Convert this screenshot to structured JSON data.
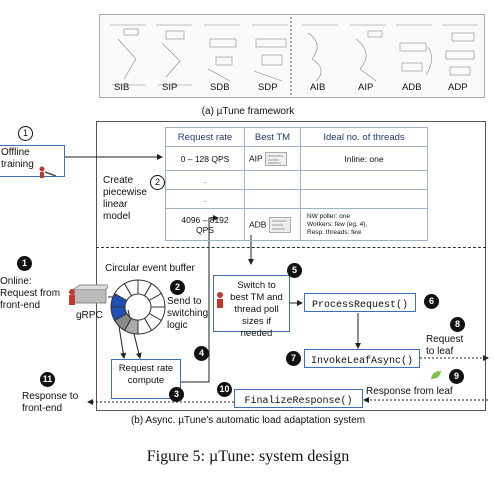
{
  "framework": {
    "labels": [
      "SIB",
      "SIP",
      "SDB",
      "SDP",
      "AIB",
      "AIP",
      "ADB",
      "ADP"
    ],
    "caption": "(a) µTune framework"
  },
  "offline": {
    "step": "1",
    "label": "Offline training",
    "create_step": "2",
    "create_label": "Create piecewise linear model"
  },
  "table": {
    "headers": [
      "Request rate",
      "Best TM",
      "Ideal no. of threads"
    ],
    "rows": [
      {
        "rate": "0 – 128 QPS",
        "tm": "AIP",
        "threads": "Inline: one"
      },
      {
        "rate": ".",
        "tm": "",
        "threads": ""
      },
      {
        "rate": ".",
        "tm": "",
        "threads": ""
      },
      {
        "rate": "4096 – 8192 QPS",
        "tm": "ADB",
        "threads": "NW poller: one\nWorkers: few (eg. 4),\nResp. threads: few"
      }
    ]
  },
  "online": {
    "step": "1",
    "label": "Online: Request from front-end",
    "grpc": "gRPC",
    "buffer_label": "Circular event buffer",
    "send_step": "2",
    "send_label": "Send to switching logic",
    "compute_step": "3",
    "compute_label": "Request rate compute",
    "switch_step4": "4",
    "switch_step": "5",
    "switch_label": "Switch to best TM and thread poll sizes if needed",
    "process_step": "6",
    "process_label": "ProcessRequest()",
    "invoke_step": "7",
    "invoke_label": "InvokeLeafAsync()",
    "request_leaf_step": "8",
    "request_leaf_label": "Request to leaf",
    "response_leaf_step": "9",
    "response_leaf_label": "Response from leaf",
    "finalize_step": "10",
    "finalize_label": "FinalizeResponse()",
    "front_end_step": "11",
    "front_end_label": "Response to front-end"
  },
  "caption_b": "(b) Async. µTune's automatic load adaptation system",
  "figure_caption": "Figure 5: µTune: system design",
  "colors": {
    "box_blue": "#3b6fb6",
    "header_blue": "#1f3a7a",
    "buffer_blue": "#1e4fb5"
  }
}
